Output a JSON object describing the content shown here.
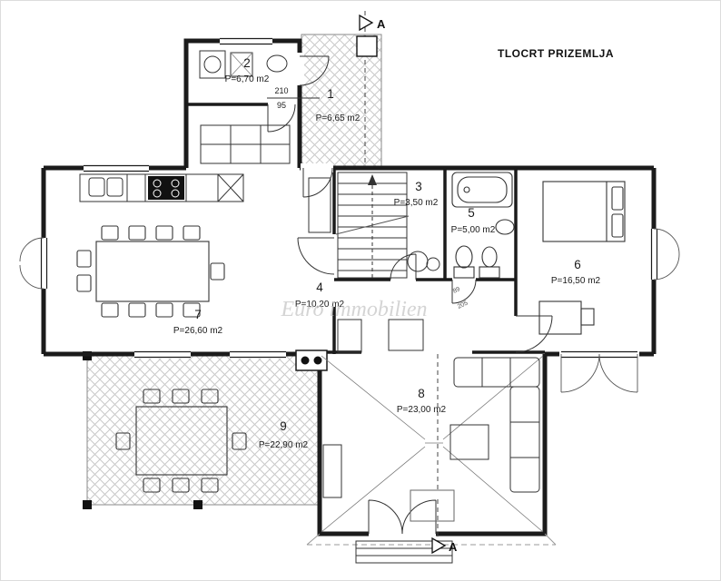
{
  "title": "TLOCRT PRIZEMLJA",
  "watermark": "Euro immobilien",
  "section": {
    "top_label": "A",
    "bottom_label": "A"
  },
  "dims": {
    "door_height": "210",
    "door_width": "95",
    "d89": "89",
    "d205": "205"
  },
  "rooms": {
    "r1": {
      "num": "1",
      "area": "P=6,65 m2"
    },
    "r2": {
      "num": "2",
      "area": "P=6,70 m2"
    },
    "r3": {
      "num": "3",
      "area": "P=3,50 m2"
    },
    "r4": {
      "num": "4",
      "area": "P=10,20 m2"
    },
    "r5": {
      "num": "5",
      "area": "P=5,00 m2"
    },
    "r6": {
      "num": "6",
      "area": "P=16,50 m2"
    },
    "r7": {
      "num": "7",
      "area": "P=26,60 m2"
    },
    "r8": {
      "num": "8",
      "area": "P=23,00 m2"
    },
    "r9": {
      "num": "9",
      "area": "P=22,90 m2"
    }
  },
  "colors": {
    "wall": "#1b1b1b",
    "hatch": "#c9c9c9",
    "watermark": "#c3c3c3"
  }
}
